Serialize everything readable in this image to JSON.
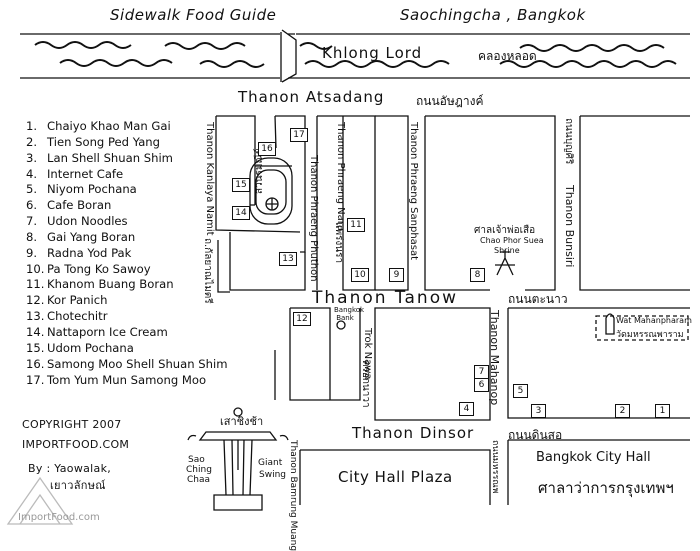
{
  "header": {
    "title_left": "Sidewalk Food Guide",
    "title_right": "Saochingcha , Bangkok"
  },
  "canal": {
    "name_en": "Khlong Lord",
    "name_th": "คลองหลอด"
  },
  "roads": {
    "atsadang_en": "Thanon Atsadang",
    "atsadang_th": "ถนนอัษฎางค์",
    "tanow_en": "Thanon Tanow",
    "tanow_th": "ถนนตะนาว",
    "dinsor_en": "Thanon Dinsor",
    "dinsor_th": "ถนนดินสอ",
    "mahannop_en": "Thanon Mahanop",
    "mahannop_th": "ถนนมหรรณพ",
    "kanlaya_en": "Thanon Kanlaya Namit",
    "kanlaya_th": "ถ.กัลยาณไมตรี",
    "phraeng_nara_en": "Thanon Phraeng Nara",
    "phraeng_nara_th": "แพร่งนรา",
    "phraeng_sanphasat_en": "Thanon Phraeng Sanphasat",
    "phraeng_phuthon_en": "Thanon Phraeng Phuthon",
    "bunsiri_en": "Thanon Bunsiri",
    "bunsiri_th": "ถนนบุญศิริ",
    "trok_nawa_en": "Trok Nawa",
    "trok_nawa_th": "ตรอกนาวา",
    "bamrung_muang_en": "Thanon Bamrung Muang"
  },
  "places": {
    "park_th": "สวนรมณีย์",
    "shrine_th": "ศาลเจ้าพ่อเสือ",
    "shrine_en1": "Chao Phor Suea",
    "shrine_en2": "Shrine",
    "bank_en": "Bangkok Bank",
    "wat_en": "Wat Mahanpharam",
    "wat_th": "วัดมหรรณพาราม",
    "cityhall_plaza": "City Hall Plaza",
    "cityhall_en": "Bangkok City Hall",
    "cityhall_th": "ศาลาว่าการกรุงเทพฯ",
    "swing_th": "เสาชิงช้า",
    "swing_left1": "Sao",
    "swing_left2": "Ching",
    "swing_left3": "Chaa",
    "swing_right1": "Giant",
    "swing_right2": "Swing"
  },
  "legend": [
    {
      "n": "1.",
      "name": "Chaiyo Khao Man Gai"
    },
    {
      "n": "2.",
      "name": "Tien Song Ped Yang"
    },
    {
      "n": "3.",
      "name": "Lan Shell Shuan Shim"
    },
    {
      "n": "4.",
      "name": "Internet Cafe"
    },
    {
      "n": "5.",
      "name": "Niyom Pochana"
    },
    {
      "n": "6.",
      "name": "Cafe Boran"
    },
    {
      "n": "7.",
      "name": "Udon Noodles"
    },
    {
      "n": "8.",
      "name": "Gai Yang Boran"
    },
    {
      "n": "9.",
      "name": "Radna Yod Pak"
    },
    {
      "n": "10.",
      "name": "Pa Tong Ko Sawoy"
    },
    {
      "n": "11.",
      "name": "Khanom Buang Boran"
    },
    {
      "n": "12.",
      "name": "Kor Panich"
    },
    {
      "n": "13.",
      "name": "Chotechitr"
    },
    {
      "n": "14.",
      "name": "Nattaporn Ice Cream"
    },
    {
      "n": "15.",
      "name": "Udom Pochana"
    },
    {
      "n": "16.",
      "name": "Samong Moo Shell Shuan Shim"
    },
    {
      "n": "17.",
      "name": "Tom Yum Mun Samong Moo"
    }
  ],
  "markers": [
    "1",
    "2",
    "3",
    "4",
    "5",
    "6",
    "7",
    "8",
    "9",
    "10",
    "11",
    "12",
    "13",
    "14",
    "15",
    "16",
    "17"
  ],
  "footer": {
    "copyright": "COPYRIGHT 2007",
    "site": "IMPORTFOOD.COM",
    "by": "By : Yaowalak,",
    "by_th": "เยาวลักษณ์",
    "watermark": "ImportFood.com"
  },
  "colors": {
    "ink": "#111111",
    "paper": "#ffffff"
  }
}
